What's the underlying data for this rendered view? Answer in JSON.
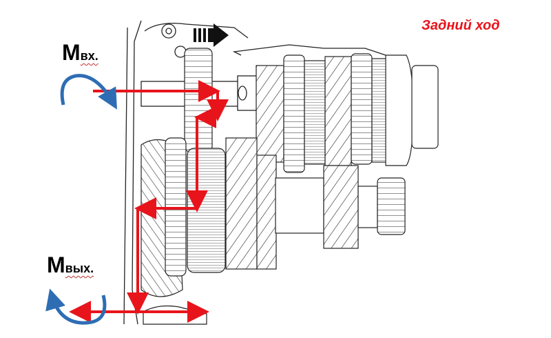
{
  "title": "Задний ход",
  "input_torque": {
    "main": "М",
    "sub": "вх."
  },
  "output_torque": {
    "main": "М",
    "sub": "вых."
  },
  "colors": {
    "flow_arrow": "#e8141b",
    "rotation_arrow": "#2e6db4",
    "title": "#e8141b"
  },
  "icons": {
    "input_rotation": "curved-rotation-arrow-icon",
    "output_rotation": "curved-rotation-arrow-icon",
    "shift_direction": "striped-right-arrow-icon"
  }
}
